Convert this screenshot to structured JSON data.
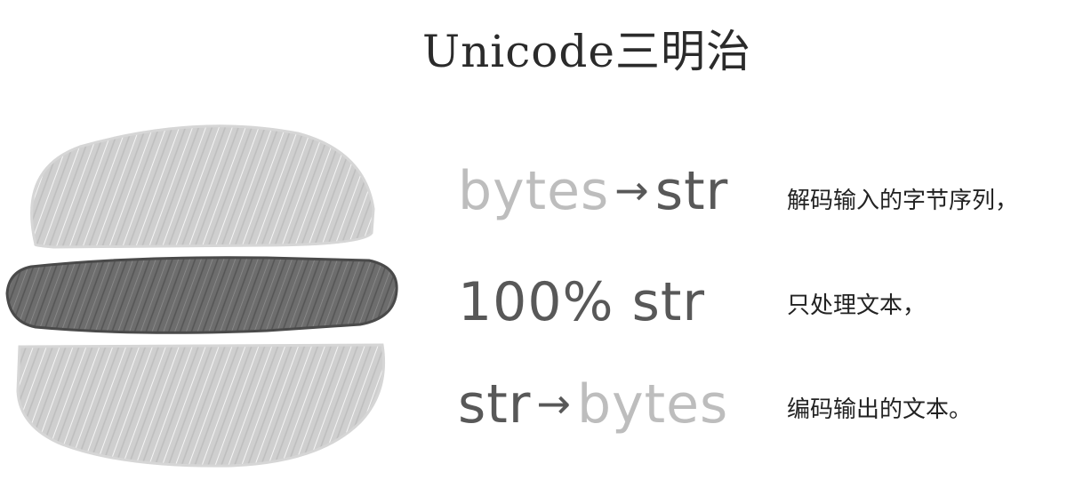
{
  "title": "Unicode三明治",
  "rows": [
    {
      "left": "bytes",
      "arrow": "→",
      "right": "str",
      "description": "解码输入的字节序列，"
    },
    {
      "center": "100% str",
      "description": "只处理文本，"
    },
    {
      "left": "str",
      "arrow": "→",
      "right": "bytes",
      "description": "编码输出的文本。"
    }
  ],
  "colors": {
    "bun": "#c9c9c9",
    "patty": "#6e6e6e",
    "light_text": "#bdbdbd",
    "dark_text": "#585858"
  }
}
